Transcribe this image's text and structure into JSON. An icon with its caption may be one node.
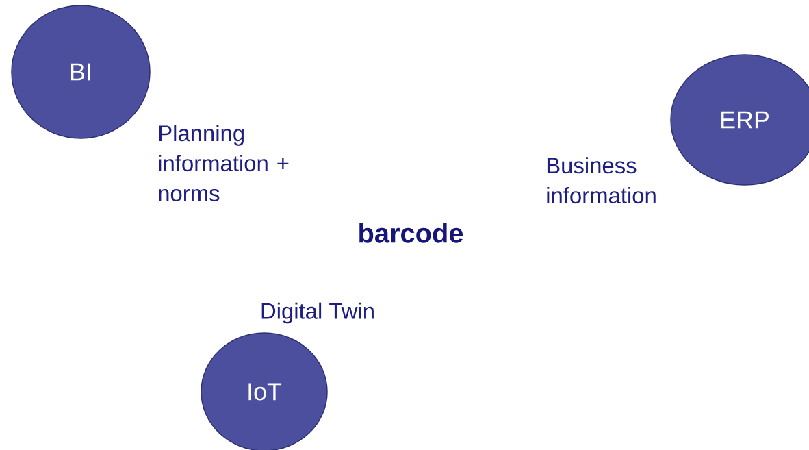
{
  "diagram": {
    "nodes": [
      {
        "text": [
          "BI"
        ]
      },
      {
        "text": [
          "ERP"
        ]
      },
      {
        "text": [
          "IoT"
        ]
      }
    ],
    "labels": [
      "Planning information + norms",
      "Business information",
      "barcode",
      "Digital Twin"
    ]
  }
}
